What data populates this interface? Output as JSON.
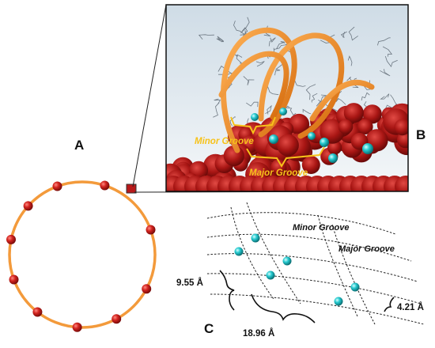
{
  "panels": {
    "a": "A",
    "b": "B",
    "c": "C"
  },
  "inset": {
    "minor_groove": "Minor Groove",
    "major_groove": "Major Groove"
  },
  "lattice": {
    "minor_groove": "Minor Groove",
    "major_groove": "Major Groove",
    "distance_a": "9.55 Å",
    "distance_b": "18.96 Å",
    "distance_c": "4.21 Å"
  },
  "colors": {
    "ring": "#f39a3b",
    "particle": "#c8201e",
    "ribbon": "#f08a1c",
    "surface": "#a11414",
    "sphere": "#1fc8cc",
    "label_yellow": "#f7c21a"
  }
}
